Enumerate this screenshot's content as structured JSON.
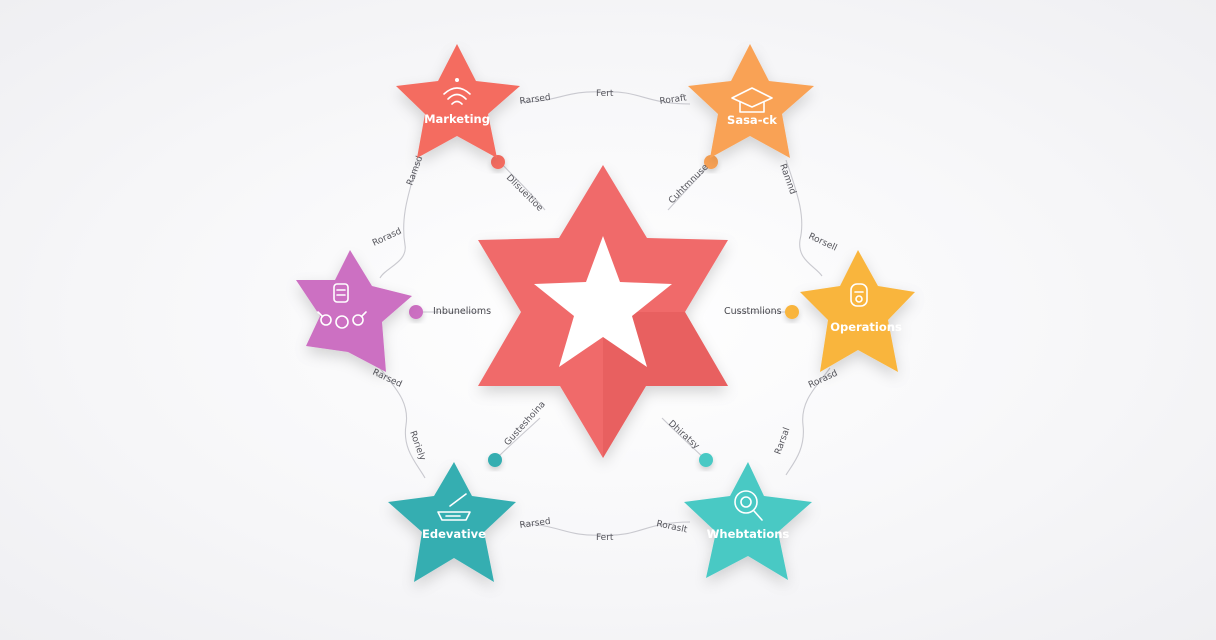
{
  "center": {
    "color": "#f06a6a",
    "inner_color": "#ffffff"
  },
  "stars": [
    {
      "id": "marketing",
      "title": "Marketing",
      "color": "#f46c61",
      "shade": "#d9534a",
      "icon": "wifi-signal-icon"
    },
    {
      "id": "sales",
      "title": "Sasa-ck",
      "color": "#f9a254",
      "shade": "#e3893b",
      "icon": "graduation-cap-icon"
    },
    {
      "id": "operations",
      "title": "Operations",
      "color": "#f9b53c",
      "shade": "#e29e26",
      "icon": "badge-icon"
    },
    {
      "id": "whebtations",
      "title": "Whebtations",
      "color": "#48c9c4",
      "shade": "#2fb0ab",
      "icon": "search-icon"
    },
    {
      "id": "edevative",
      "title": "Edevative",
      "color": "#35aeb1",
      "shade": "#24979a",
      "icon": "laptop-icon"
    },
    {
      "id": "purple",
      "title": "",
      "color": "#cc6fc2",
      "shade": "#b157a7",
      "icon": "gears-icon"
    }
  ],
  "labels": {
    "top_left_inner": "Rarsed",
    "top_mid": "Fert",
    "top_right_inner": "Roraft",
    "marketing_down": "Dlisueitioe",
    "sales_down": "Cuhtmnuse",
    "left_upper_a": "Ramsd",
    "left_upper_b": "Rorasd",
    "right_upper_a": "Ramnd",
    "right_upper_b": "Rorsell",
    "left_mid": "Inbunelioms",
    "right_mid": "Cusstmlions",
    "left_lower_a": "Rarsed",
    "left_lower_b": "Roriely",
    "right_lower_a": "Rorasd",
    "right_lower_b": "Rarsal",
    "bottom_left_diag": "Gusteshoina",
    "bottom_right_diag": "Dhiratsy",
    "bottom_left_inner": "Rarsed",
    "bottom_mid": "Fert",
    "bottom_right_inner": "Roraslt"
  }
}
